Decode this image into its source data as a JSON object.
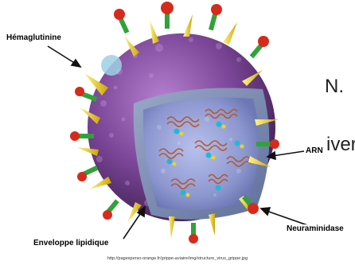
{
  "background_text": {
    "fragment_1": "N.",
    "fragment_2": "iver"
  },
  "labels": {
    "hemagglutinin": "Hémaglutinine",
    "rna": "ARN",
    "neuraminidase": "Neuraminidase",
    "lipid_envelope": "Enveloppe lipidique"
  },
  "source_url": "http://pagesperso-orange.fr/grippe-aviaire/img/structure_virus_grippe.jpg",
  "colors": {
    "envelope": "#6e3f8a",
    "interior": "#8f9ad2",
    "rna_coil": "#b5572a",
    "spike_yellow": "#f2d21a",
    "spike_red": "#d62b1c",
    "spike_green": "#2fa33a"
  }
}
